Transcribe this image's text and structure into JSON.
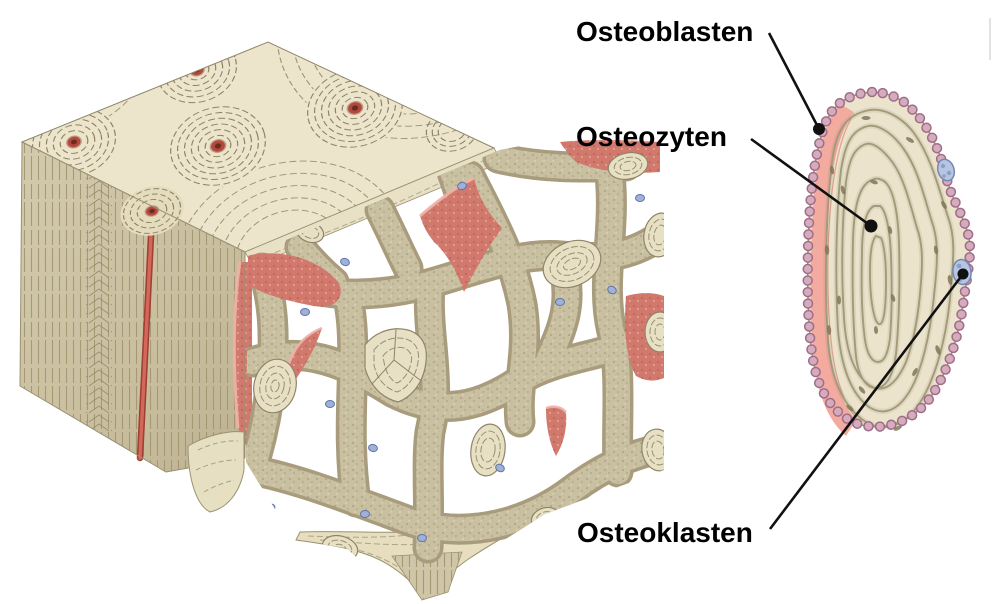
{
  "figure": {
    "labels": {
      "osteoblasten": "Osteoblasten",
      "osteozyten": "Osteozyten",
      "osteoklasten": "Osteoklasten"
    },
    "colors": {
      "background": "#ffffff",
      "bone_cream": "#ece4cb",
      "bone_face_tan": "#ccc2a4",
      "trabecula_tan": "#c9bfa1",
      "trabecula_shadow": "#a89c7d",
      "lamella_line": "#8f8769",
      "cut_surface_cream": "#e8e0c4",
      "haversian_canal_red": "#c0503f",
      "marrow_red": "#d0796c",
      "osteoid_pink": "#f3aba0",
      "osteoblast_mauve": "#d5abbe",
      "osteoclast_blue": "#b7c5e0",
      "pointer_line": "#111111"
    }
  }
}
